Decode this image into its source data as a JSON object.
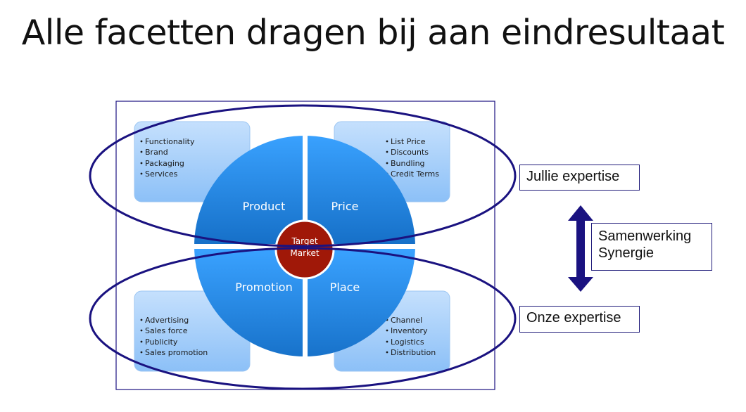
{
  "title": "Alle facetten dragen bij aan eindresultaat",
  "diagram": {
    "center": {
      "line1": "Target",
      "line2": "Market"
    },
    "quadrants": [
      {
        "label": "Product",
        "items": [
          "Functionality",
          "Brand",
          "Packaging",
          "Services"
        ]
      },
      {
        "label": "Price",
        "items": [
          "List Price",
          "Discounts",
          "Bundling",
          "Credit Terms"
        ]
      },
      {
        "label": "Promotion",
        "items": [
          "Advertising",
          "Sales force",
          "Publicity",
          "Sales promotion"
        ]
      },
      {
        "label": "Place",
        "items": [
          "Channel",
          "Inventory",
          "Logistics",
          "Distribution"
        ]
      }
    ]
  },
  "labels": {
    "top": "Jullie expertise",
    "middle_line1": "Samenwerking",
    "middle_line2": "Synergie",
    "bottom": "Onze expertise"
  },
  "colors": {
    "ellipse": "#1a1280",
    "quadrant": "#2a8ee8",
    "center": "#a01808",
    "box": "#a8d0fb"
  }
}
